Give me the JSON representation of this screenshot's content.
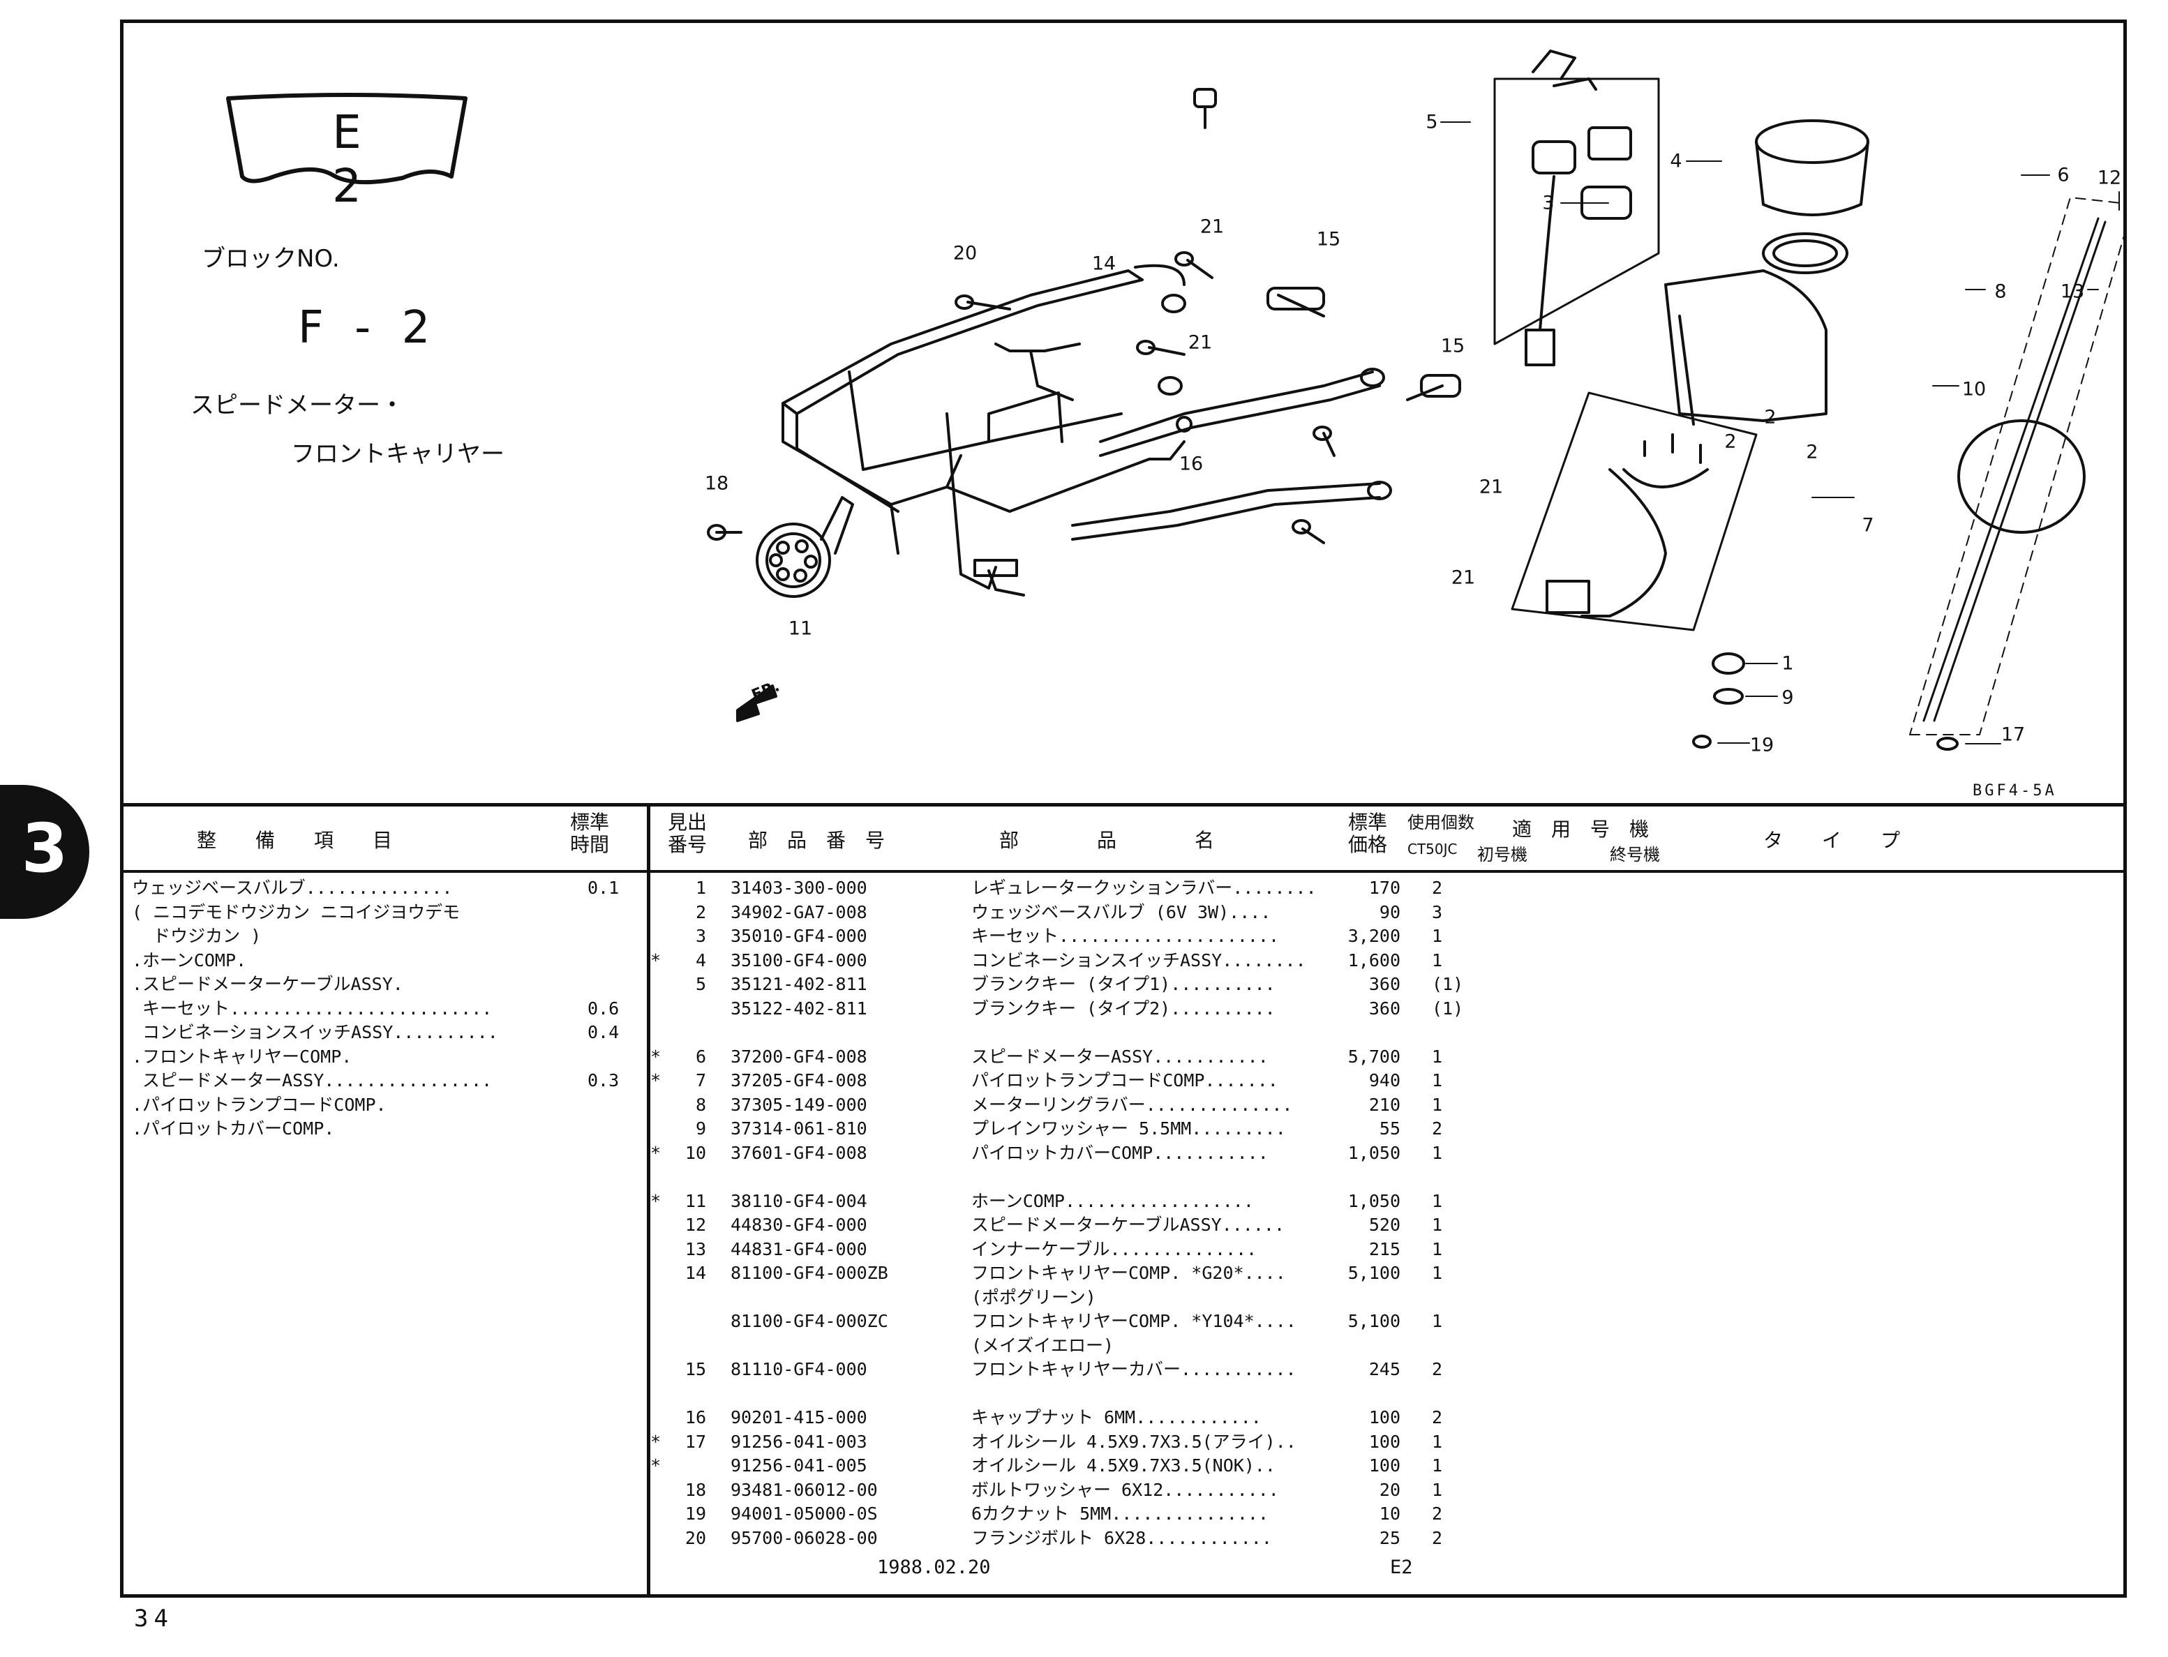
{
  "section_tab": "3",
  "header": {
    "group": "E 2",
    "block_label": "ブロックNO.",
    "block_no": "F - 2",
    "title_line1": "スピードメーター・",
    "title_line2": "フロントキャリヤー",
    "drawing_code": "BGF4-5A",
    "front_mark": "FR."
  },
  "callouts": [
    "5",
    "4",
    "3",
    "6",
    "12",
    "8",
    "13",
    "10",
    "7",
    "2",
    "2",
    "2",
    "1",
    "9",
    "19",
    "17",
    "15",
    "15",
    "21",
    "21",
    "21",
    "21",
    "16",
    "20",
    "14",
    "18",
    "11"
  ],
  "table_headers": {
    "service_item": "整　　備　　項　　目",
    "std_time": "標準\n時間",
    "ref_no": "見出\n番号",
    "part_no": "部　品　番　号",
    "part_name": "部　　　　品　　　　名",
    "price": "標準\n価格",
    "qty": "使用個数",
    "model": "CT50JC",
    "applicable": "適　用　号　機",
    "first": "初号機",
    "last": "終号機",
    "type": "タ　　イ　　プ"
  },
  "maintenance": [
    {
      "item": "ウェッジベースバルブ..............",
      "time": "0.1"
    },
    {
      "item": "( ニコデモドウジカン ニコイジヨウデモ",
      "time": ""
    },
    {
      "item": "  ドウジカン )",
      "time": ""
    },
    {
      "item": ".ホーンCOMP.",
      "time": ""
    },
    {
      "item": ".スピードメーターケーブルASSY.",
      "time": ""
    },
    {
      "item": " キーセット.........................",
      "time": "0.6"
    },
    {
      "item": " コンビネーションスイッチASSY..........",
      "time": "0.4"
    },
    {
      "item": ".フロントキャリヤーCOMP.",
      "time": ""
    },
    {
      "item": " スピードメーターASSY................",
      "time": "0.3"
    },
    {
      "item": ".パイロットランプコードCOMP.",
      "time": ""
    },
    {
      "item": ".パイロットカバーCOMP.",
      "time": ""
    }
  ],
  "parts": [
    {
      "mark": "",
      "ref": "1",
      "part": "31403-300-000",
      "name": "レギュレータークッションラバー........",
      "price": "170",
      "qty": "2"
    },
    {
      "mark": "",
      "ref": "2",
      "part": "34902-GA7-008",
      "name": "ウェッジベースバルブ (6V 3W)....",
      "price": "90",
      "qty": "3"
    },
    {
      "mark": "",
      "ref": "3",
      "part": "35010-GF4-000",
      "name": "キーセット.....................",
      "price": "3,200",
      "qty": "1"
    },
    {
      "mark": "*",
      "ref": "4",
      "part": "35100-GF4-000",
      "name": "コンビネーションスイッチASSY........",
      "price": "1,600",
      "qty": "1"
    },
    {
      "mark": "",
      "ref": "5",
      "part": "35121-402-811",
      "name": "ブランクキー (タイプ1)..........",
      "price": "360",
      "qty": "(1)"
    },
    {
      "mark": "",
      "ref": "",
      "part": "35122-402-811",
      "name": "ブランクキー (タイプ2)..........",
      "price": "360",
      "qty": "(1)"
    },
    {
      "mark": "",
      "ref": "",
      "part": "",
      "name": "",
      "price": "",
      "qty": ""
    },
    {
      "mark": "*",
      "ref": "6",
      "part": "37200-GF4-008",
      "name": "スピードメーターASSY...........",
      "price": "5,700",
      "qty": "1"
    },
    {
      "mark": "*",
      "ref": "7",
      "part": "37205-GF4-008",
      "name": "パイロットランプコードCOMP.......",
      "price": "940",
      "qty": "1"
    },
    {
      "mark": "",
      "ref": "8",
      "part": "37305-149-000",
      "name": "メーターリングラバー..............",
      "price": "210",
      "qty": "1"
    },
    {
      "mark": "",
      "ref": "9",
      "part": "37314-061-810",
      "name": "プレインワッシャー 5.5MM.........",
      "price": "55",
      "qty": "2"
    },
    {
      "mark": "*",
      "ref": "10",
      "part": "37601-GF4-008",
      "name": "パイロットカバーCOMP...........",
      "price": "1,050",
      "qty": "1"
    },
    {
      "mark": "",
      "ref": "",
      "part": "",
      "name": "",
      "price": "",
      "qty": ""
    },
    {
      "mark": "*",
      "ref": "11",
      "part": "38110-GF4-004",
      "name": "ホーンCOMP..................",
      "price": "1,050",
      "qty": "1"
    },
    {
      "mark": "",
      "ref": "12",
      "part": "44830-GF4-000",
      "name": "スピードメーターケーブルASSY......",
      "price": "520",
      "qty": "1"
    },
    {
      "mark": "",
      "ref": "13",
      "part": "44831-GF4-000",
      "name": "インナーケーブル..............",
      "price": "215",
      "qty": "1"
    },
    {
      "mark": "",
      "ref": "14",
      "part": "81100-GF4-000ZB",
      "name": "フロントキャリヤーCOMP. *G20*....",
      "price": "5,100",
      "qty": "1"
    },
    {
      "mark": "",
      "ref": "",
      "part": "",
      "name": "(ポポグリーン)",
      "price": "",
      "qty": ""
    },
    {
      "mark": "",
      "ref": "",
      "part": "81100-GF4-000ZC",
      "name": "フロントキャリヤーCOMP. *Y104*....",
      "price": "5,100",
      "qty": "1"
    },
    {
      "mark": "",
      "ref": "",
      "part": "",
      "name": "(メイズイエロー)",
      "price": "",
      "qty": ""
    },
    {
      "mark": "",
      "ref": "15",
      "part": "81110-GF4-000",
      "name": "フロントキャリヤーカバー...........",
      "price": "245",
      "qty": "2"
    },
    {
      "mark": "",
      "ref": "",
      "part": "",
      "name": "",
      "price": "",
      "qty": ""
    },
    {
      "mark": "",
      "ref": "16",
      "part": "90201-415-000",
      "name": "キャップナット 6MM............",
      "price": "100",
      "qty": "2"
    },
    {
      "mark": "*",
      "ref": "17",
      "part": "91256-041-003",
      "name": "オイルシール 4.5X9.7X3.5(アライ)..",
      "price": "100",
      "qty": "1"
    },
    {
      "mark": "*",
      "ref": "",
      "part": "91256-041-005",
      "name": "オイルシール 4.5X9.7X3.5(NOK)..",
      "price": "100",
      "qty": "1"
    },
    {
      "mark": "",
      "ref": "18",
      "part": "93481-06012-00",
      "name": "ボルトワッシャー 6X12...........",
      "price": "20",
      "qty": "1"
    },
    {
      "mark": "",
      "ref": "19",
      "part": "94001-05000-0S",
      "name": "6カクナット 5MM...............",
      "price": "10",
      "qty": "2"
    },
    {
      "mark": "",
      "ref": "20",
      "part": "95700-06028-00",
      "name": "フランジボルト 6X28............",
      "price": "25",
      "qty": "2"
    }
  ],
  "footer": {
    "date": "1988.02.20",
    "code": "E2"
  },
  "page_number": "34"
}
